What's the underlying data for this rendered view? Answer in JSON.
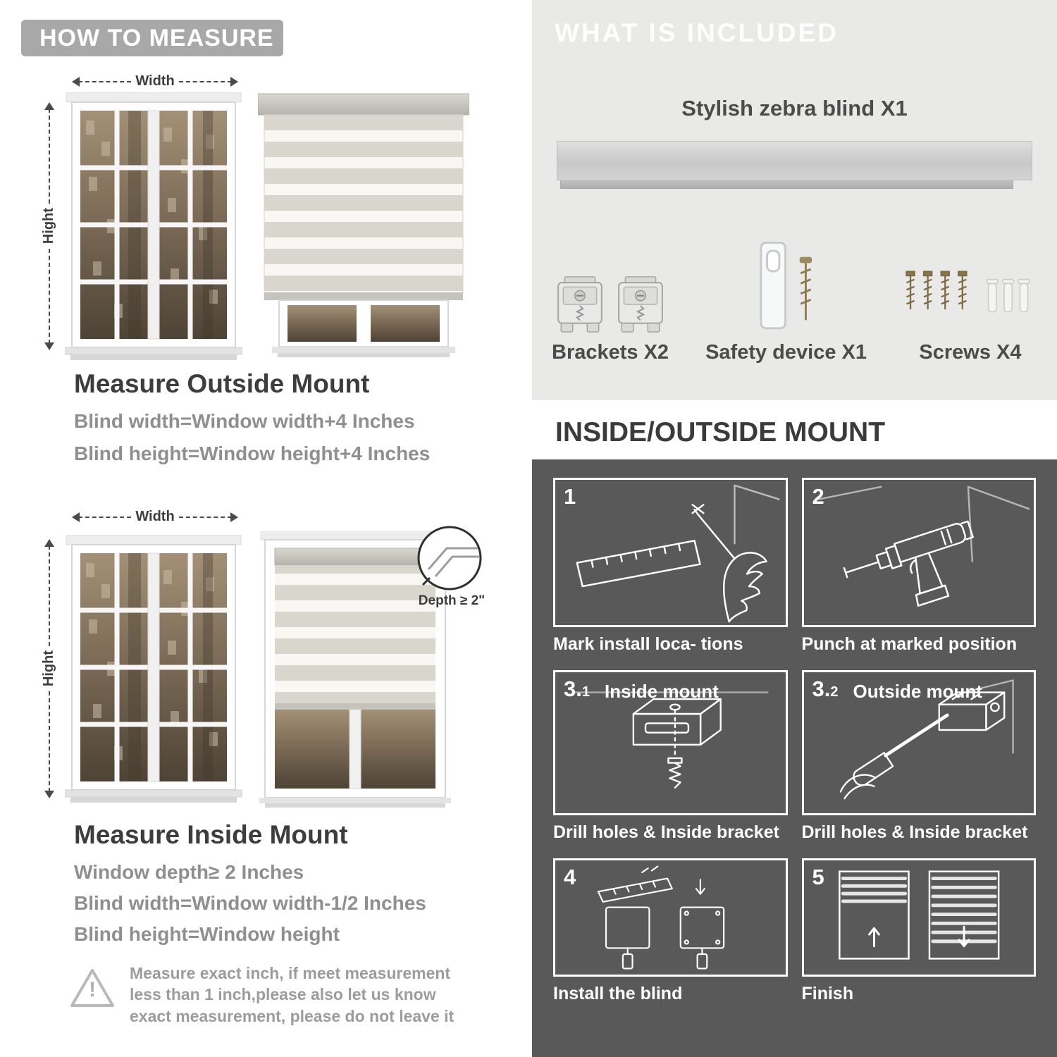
{
  "colors": {
    "left_header_bg": "#a8a8a8",
    "included_panel_bg": "#e9e9e8",
    "mount_panel_bg": "#59595a",
    "title_dark": "#3d3d3d",
    "spec_gray": "#8f8f8f"
  },
  "left": {
    "header": "HOW TO MEASURE",
    "outside_section": {
      "width_label": "Width",
      "height_label": "Hight",
      "title": "Measure Outside Mount",
      "specs": [
        "Blind width=Window width+4 Inches",
        "Blind height=Window height+4 Inches"
      ]
    },
    "inside_section": {
      "width_label": "Width",
      "height_label": "Hight",
      "depth_callout": "Depth ≥ 2\"",
      "title": "Measure Inside Mount",
      "specs": [
        "Window depth≥ 2 Inches",
        "Blind width=Window width-1/2 Inches",
        "Blind height=Window height"
      ]
    },
    "warning": {
      "mark": "!",
      "text": "Measure exact inch, if meet measurement less than 1 inch,please also let us know exact measurement, please do not leave it"
    }
  },
  "right": {
    "included": {
      "header": "WHAT IS INCLUDED",
      "product": "Stylish zebra blind X1",
      "items": [
        "Brackets X2",
        "Safety device X1",
        "Screws X4"
      ]
    },
    "mount": {
      "header": "INSIDE/OUTSIDE MOUNT",
      "steps": [
        {
          "num": "1",
          "caption": "Mark install loca- tions"
        },
        {
          "num": "2",
          "caption": "Punch at  marked position"
        },
        {
          "num": "3.",
          "sub": "1",
          "label": "Inside mount",
          "caption": "Drill holes &  Inside bracket"
        },
        {
          "num": "3.",
          "sub": "2",
          "label": "Outside mount",
          "caption": "Drill holes &  Inside bracket"
        },
        {
          "num": "4",
          "caption": "Install the blind"
        },
        {
          "num": "5",
          "caption": "Finish"
        }
      ]
    }
  }
}
